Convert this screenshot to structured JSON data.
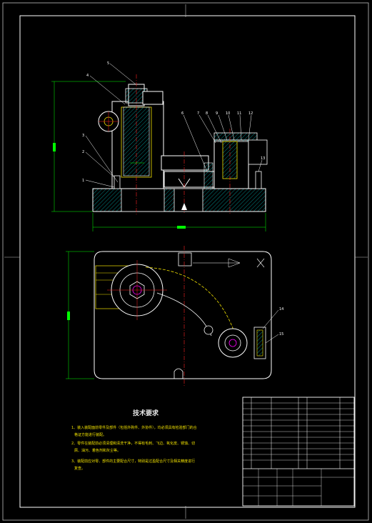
{
  "drawing": {
    "callouts": [
      "1",
      "2",
      "3",
      "4",
      "5",
      "6",
      "7",
      "8",
      "9",
      "10",
      "11",
      "12",
      "13",
      "14",
      "15"
    ],
    "tech_requirements": {
      "title": "技术要求",
      "lines": [
        "1、装入装配面前零件及部件（包括外购件、外协件），均必须具有检验部门的合",
        "格证方能进行装配。",
        "2、零件在装配前必须清理和清洗干净，不得有毛刺、飞边、氧化皮、锈蚀、切",
        "屑、油污、着色剂和灰尘等。",
        "3、装配前应对零、部件的主要配合尺寸，特别是过盈配合尺寸及相关精度进行",
        "复查。"
      ]
    },
    "colors": {
      "background": "#000000",
      "frame": "#ffffff",
      "outline": "#ffffff",
      "dimension": "#00ff00",
      "hatch": "#00c0c0",
      "center": "#ff2020",
      "hidden": "#f2e200",
      "part": "#ff00ff"
    }
  }
}
